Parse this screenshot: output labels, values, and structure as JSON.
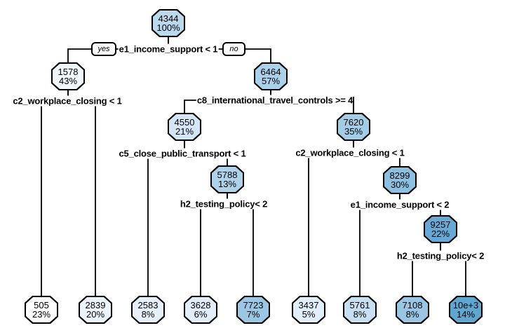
{
  "figure": {
    "type": "decision-tree-plot",
    "background": "#ffffff",
    "branch_color": "#000000",
    "text_color": "#000000"
  },
  "edge_labels": {
    "yes": "yes",
    "no": "no"
  },
  "splits": [
    {
      "at_node": "4344",
      "label": "e1_income_support < 1"
    },
    {
      "at_node": "1578",
      "label": "c2_workplace_closing < 1"
    },
    {
      "at_node": "6464",
      "label": "c8_international_travel_controls >= 4"
    },
    {
      "at_node": "4550",
      "label": "c5_close_public_transport < 1"
    },
    {
      "at_node": "7620",
      "label": "c2_workplace_closing < 1"
    },
    {
      "at_node": "5788",
      "label": "h2_testing_policy< 2"
    },
    {
      "at_node": "8299",
      "label": "e1_income_support < 2"
    },
    {
      "at_node": "9257",
      "label": "h2_testing_policy< 2"
    }
  ],
  "nodes": [
    {
      "value": "4344",
      "pct": "100%",
      "color": "#bcd8ed"
    },
    {
      "value": "1578",
      "pct": "43%",
      "color": "#f1f7fd"
    },
    {
      "value": "6464",
      "pct": "57%",
      "color": "#abd0e9"
    },
    {
      "value": "4550",
      "pct": "21%",
      "color": "#d4e6f5"
    },
    {
      "value": "7620",
      "pct": "35%",
      "color": "#a3cce7"
    },
    {
      "value": "5788",
      "pct": "13%",
      "color": "#aed2ea"
    },
    {
      "value": "8299",
      "pct": "30%",
      "color": "#8cbfe0"
    },
    {
      "value": "9257",
      "pct": "22%",
      "color": "#67a9d4"
    },
    {
      "value": "505",
      "pct": "23%",
      "color": "#fdfdfe"
    },
    {
      "value": "2839",
      "pct": "20%",
      "color": "#ecf4fb"
    },
    {
      "value": "2583",
      "pct": "8%",
      "color": "#e6f0fa"
    },
    {
      "value": "3628",
      "pct": "6%",
      "color": "#e1edf8"
    },
    {
      "value": "7723",
      "pct": "7%",
      "color": "#9bc7e4"
    },
    {
      "value": "3437",
      "pct": "5%",
      "color": "#e2eef9"
    },
    {
      "value": "5761",
      "pct": "8%",
      "color": "#c8dff2"
    },
    {
      "value": "7108",
      "pct": "8%",
      "color": "#9ac6e3"
    },
    {
      "value": "10e+3",
      "pct": "14%",
      "color": "#5fa6d1"
    }
  ],
  "edges": [
    {
      "from": "4344",
      "to": "1578",
      "branch": "yes"
    },
    {
      "from": "4344",
      "to": "6464",
      "branch": "no"
    },
    {
      "from": "1578",
      "to": "505"
    },
    {
      "from": "1578",
      "to": "2839"
    },
    {
      "from": "6464",
      "to": "4550"
    },
    {
      "from": "6464",
      "to": "7620"
    },
    {
      "from": "4550",
      "to": "2583"
    },
    {
      "from": "4550",
      "to": "5788"
    },
    {
      "from": "5788",
      "to": "3628"
    },
    {
      "from": "5788",
      "to": "7723"
    },
    {
      "from": "7620",
      "to": "3437"
    },
    {
      "from": "7620",
      "to": "8299"
    },
    {
      "from": "8299",
      "to": "5761"
    },
    {
      "from": "8299",
      "to": "9257"
    },
    {
      "from": "9257",
      "to": "7108"
    },
    {
      "from": "9257",
      "to": "10e+3"
    }
  ]
}
